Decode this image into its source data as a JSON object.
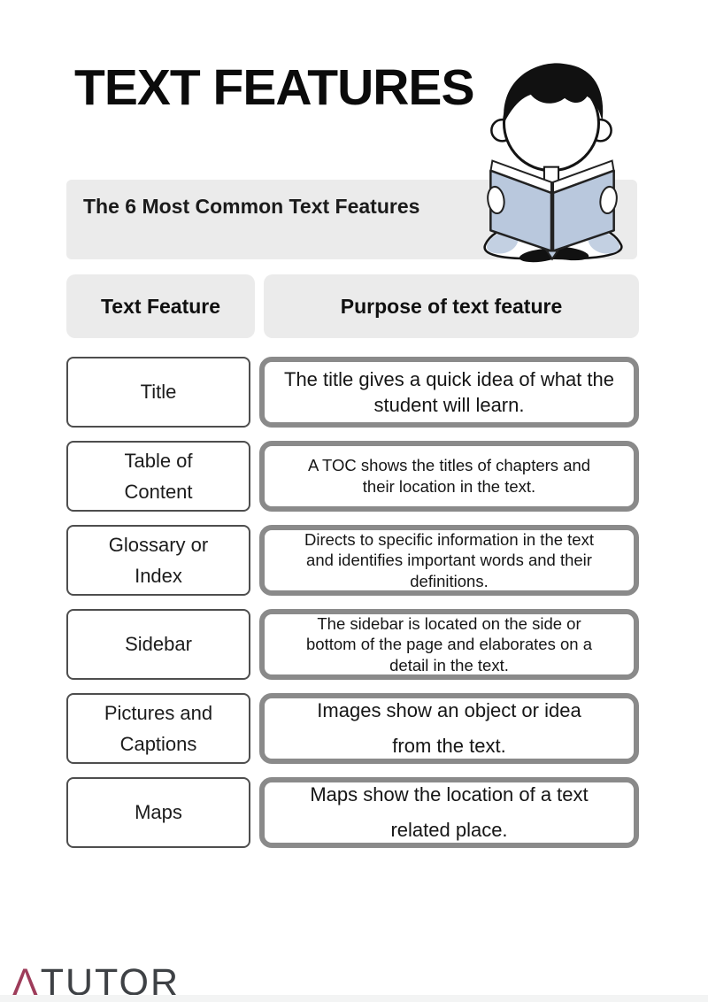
{
  "page": {
    "title": "TEXT FEATURES",
    "subtitle": "The 6 Most Common Text Features"
  },
  "illustration": {
    "name": "boy-reading-book",
    "book_color": "#b9c8dd",
    "hair_color": "#111111"
  },
  "table": {
    "headers": {
      "feature": "Text Feature",
      "purpose": "Purpose of text feature"
    },
    "rows": [
      {
        "feature": "Title",
        "purpose": "The title gives a quick idea of what the student will learn."
      },
      {
        "feature": "Table of Content",
        "purpose": "A TOC shows the titles of chapters and their location in the text."
      },
      {
        "feature": "Glossary or Index",
        "purpose": "Directs to specific information in the text and identifies important words and their definitions."
      },
      {
        "feature": "Sidebar",
        "purpose": "The sidebar is located on the side or bottom of the page and elaborates on a detail in the text."
      },
      {
        "feature": "Pictures and Captions",
        "purpose": "Images show an object or idea from the text."
      },
      {
        "feature": "Maps",
        "purpose": "Maps show the location of a text related place."
      }
    ]
  },
  "footer": {
    "logo_mark": "Λ",
    "logo_name": "TUTOR"
  },
  "colors": {
    "banner_bg": "#ebebeb",
    "header_bg": "#ebebeb",
    "feature_box_border": "#4e4e4e",
    "purpose_box_border": "#8a8a8a",
    "logo_mark_color": "#9e3c5a",
    "logo_name_color": "#3e4145"
  }
}
